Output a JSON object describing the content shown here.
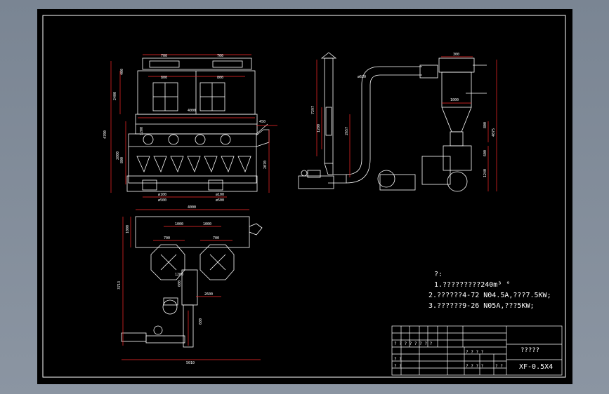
{
  "notes": {
    "title": "?:",
    "line1": "1.?????????240m³ °",
    "line2": "2.??????4-72  N04.5A,???7.5KW;",
    "line3": "3.??????9-26  N05A,???5KW;"
  },
  "title_block": {
    "name": "?????",
    "drawing_no": "XF-0.5X4",
    "cell_a": "? ? ? ? ? ? ? ?",
    "cell_b": "? ? ? ?",
    "cell_c": "? ?",
    "cell_d": "? ?",
    "cell_e": "? ? ? ?",
    "cell_f": "? ?"
  },
  "dims": {
    "front_top1": "700",
    "front_top2": "700",
    "front_mid1": "800",
    "front_mid2": "800",
    "front_width": "4000",
    "front_h_total": "4700",
    "front_h_upper": "2400",
    "front_h_a": "400",
    "front_h_b": "1200",
    "front_h_c": "800",
    "front_h_d": "2800",
    "front_side": "450",
    "front_side_h": "2070",
    "front_d1": "ø100",
    "front_d1b": "ø500",
    "front_d2": "ø100",
    "front_d2b": "ø500",
    "side_dim1": "300",
    "side_dim2": "ø630",
    "side_dim3": "1000",
    "side_dim4": "7297",
    "side_dim5": "1200",
    "side_dim6": "2657",
    "side_dim7": "4075",
    "side_dim8": "800",
    "side_dim9": "600",
    "side_dim10": "1240",
    "plan_width": "4000",
    "plan_d1": "1000",
    "plan_d2": "1000",
    "plan_d3": "700",
    "plan_d4": "700",
    "plan_h1": "1000",
    "plan_h2": "3713",
    "plan_d5": "2600",
    "plan_d6": "5010",
    "plan_d7": "600",
    "plan_d8": "600",
    "plan_d9": "1200"
  },
  "colors": {
    "line": "#ffffff",
    "dim": "#ff2a2a",
    "bg": "#000000"
  }
}
